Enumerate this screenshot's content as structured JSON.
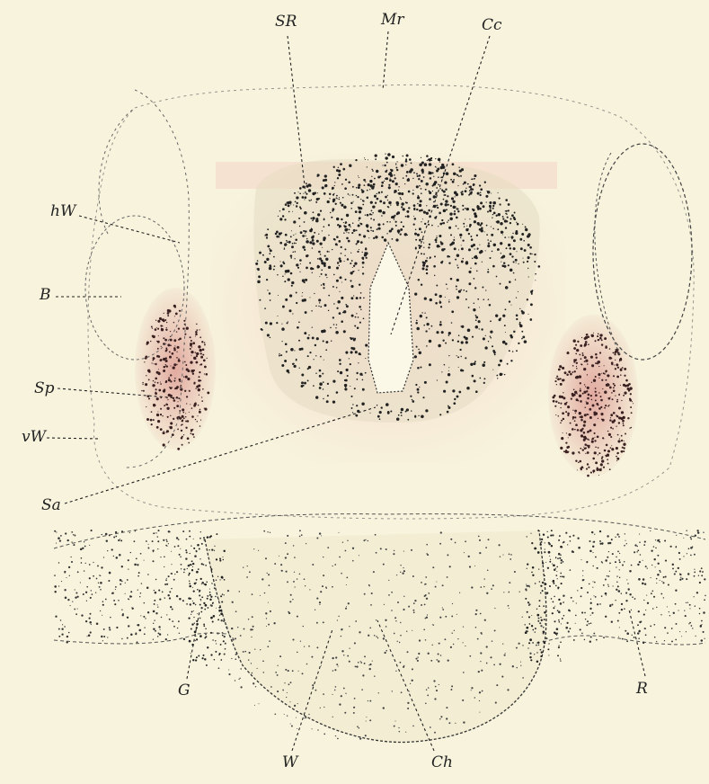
{
  "figure": {
    "labels": {
      "SR": "SR",
      "Mr": "Mr",
      "Cc": "Cc",
      "hW": "hW",
      "B": "B",
      "Sp": "Sp",
      "vW": "vW",
      "Sa": "Sa",
      "G": "G",
      "W": "W",
      "Ch": "Ch",
      "R": "R"
    },
    "colors": {
      "paper": "#f7f3dc",
      "stipple": "#2a2a2a",
      "pink": "#f2c4b8",
      "red": "#c46a6a"
    }
  }
}
